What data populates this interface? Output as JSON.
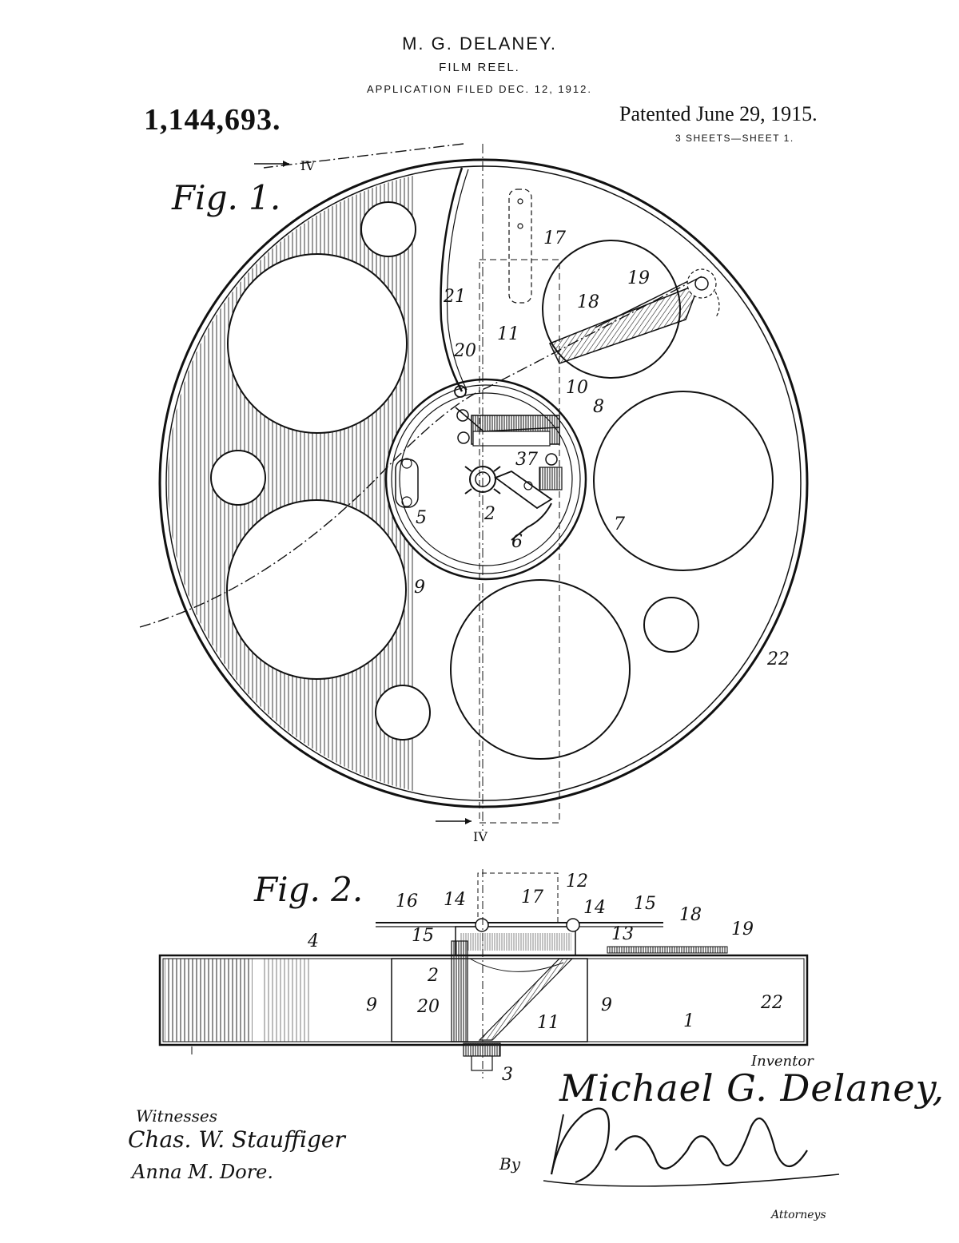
{
  "header": {
    "inventor_caps": "M. G. DELANEY.",
    "title": "FILM REEL.",
    "application": "APPLICATION FILED DEC. 12, 1912.",
    "patent_number": "1,144,693.",
    "patented": "Patented June 29, 1915.",
    "sheets": "3 SHEETS—SHEET 1."
  },
  "figures": {
    "fig1": {
      "title": "Fig. 1.",
      "section_mark": "IV",
      "labels": [
        "17",
        "19",
        "18",
        "21",
        "11",
        "20",
        "10",
        "8",
        "37",
        "5",
        "2",
        "7",
        "6",
        "9",
        "22"
      ]
    },
    "fig2": {
      "title": "Fig. 2.",
      "labels": [
        "12",
        "16",
        "14",
        "17",
        "14",
        "15",
        "18",
        "15",
        "13",
        "19",
        "4",
        "2",
        "9",
        "20",
        "9",
        "11",
        "22",
        "1",
        "3"
      ]
    }
  },
  "signatures": {
    "inventor_label": "Inventor",
    "inventor_name": "Michael G. Delaney,",
    "witnesses_label": "Witnesses",
    "witness_1": "Chas. W. Stauffiger",
    "witness_2": "Anna M. Dore.",
    "by_label": "By",
    "attorneys_label": "Attorneys"
  },
  "colors": {
    "ink": "#111111",
    "paper": "#ffffff"
  }
}
